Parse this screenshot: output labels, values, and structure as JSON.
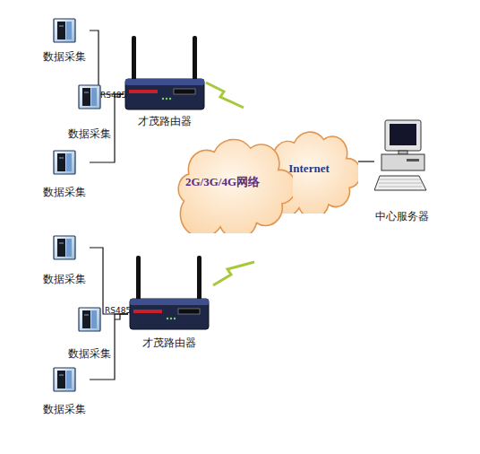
{
  "diagram": {
    "nodes": [
      {
        "text": [
          "数据采集"
        ]
      },
      {
        "text": [
          "数据采集"
        ]
      },
      {
        "text": [
          "数据采集"
        ]
      },
      {
        "text": [
          "才茂路由器"
        ]
      },
      {
        "text": [
          "2G/3G/4G网络"
        ]
      },
      {
        "text": [
          "Internet"
        ]
      },
      {
        "text": [
          "中心服务器"
        ]
      },
      {
        "text": [
          "数据采集"
        ]
      },
      {
        "text": [
          "数据采集"
        ]
      },
      {
        "text": [
          "数据采集"
        ]
      },
      {
        "text": [
          "才茂路由器"
        ]
      }
    ],
    "edges": [
      {
        "from": 0,
        "to": 3,
        "arrow": "none"
      },
      {
        "from": 1,
        "to": 3,
        "arrow": "none"
      },
      {
        "from": 2,
        "to": 3,
        "arrow": "none"
      },
      {
        "from": 5,
        "to": 6,
        "arrow": "none"
      },
      {
        "from": 7,
        "to": 10,
        "arrow": "none"
      },
      {
        "from": 8,
        "to": 10,
        "arrow": "none"
      },
      {
        "from": 9,
        "to": 10,
        "arrow": "none"
      }
    ],
    "labels": [
      "RS485",
      "RS485"
    ]
  }
}
